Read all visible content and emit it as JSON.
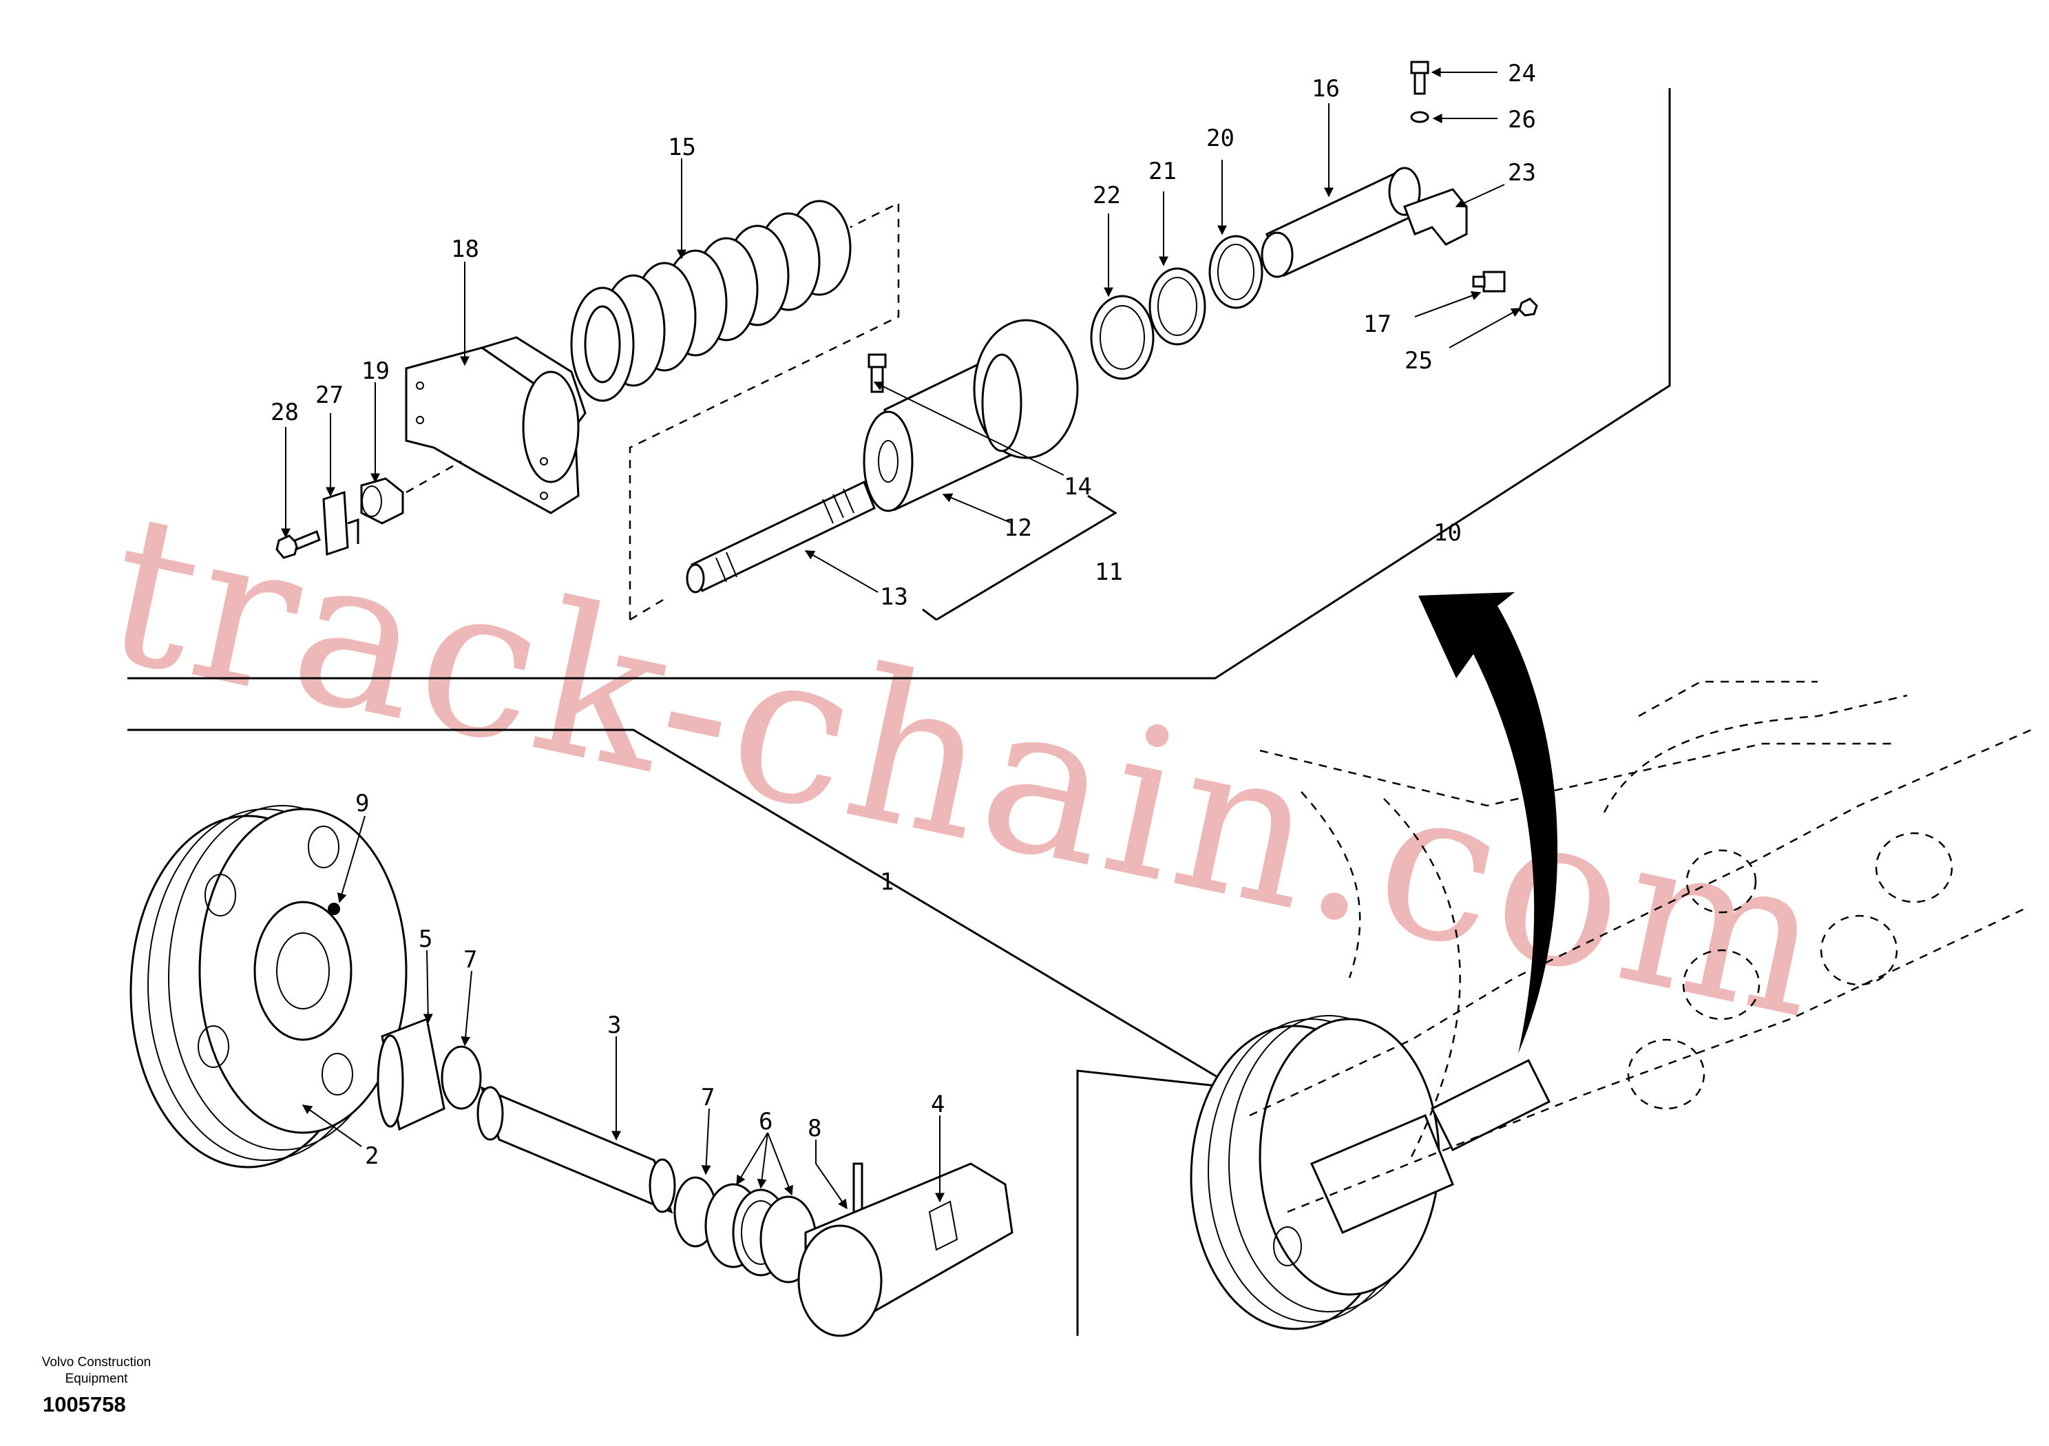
{
  "footer": {
    "brand_line1": "Volvo Construction",
    "brand_line2": "Equipment",
    "drawing_number": "1005758"
  },
  "watermark": "track-chain.com",
  "callouts": {
    "c1": "1",
    "c2": "2",
    "c3": "3",
    "c4": "4",
    "c5": "5",
    "c6": "6",
    "c7a": "7",
    "c7b": "7",
    "c8": "8",
    "c9": "9",
    "c10": "10",
    "c11": "11",
    "c12": "12",
    "c13": "13",
    "c14": "14",
    "c15": "15",
    "c16": "16",
    "c17": "17",
    "c18": "18",
    "c19": "19",
    "c20": "20",
    "c21": "21",
    "c22": "22",
    "c23": "23",
    "c24": "24",
    "c25": "25",
    "c26": "26",
    "c27": "27",
    "c28": "28"
  },
  "colors": {
    "line": "#000000",
    "watermark": "#e8a0a0",
    "background": "#ffffff"
  }
}
